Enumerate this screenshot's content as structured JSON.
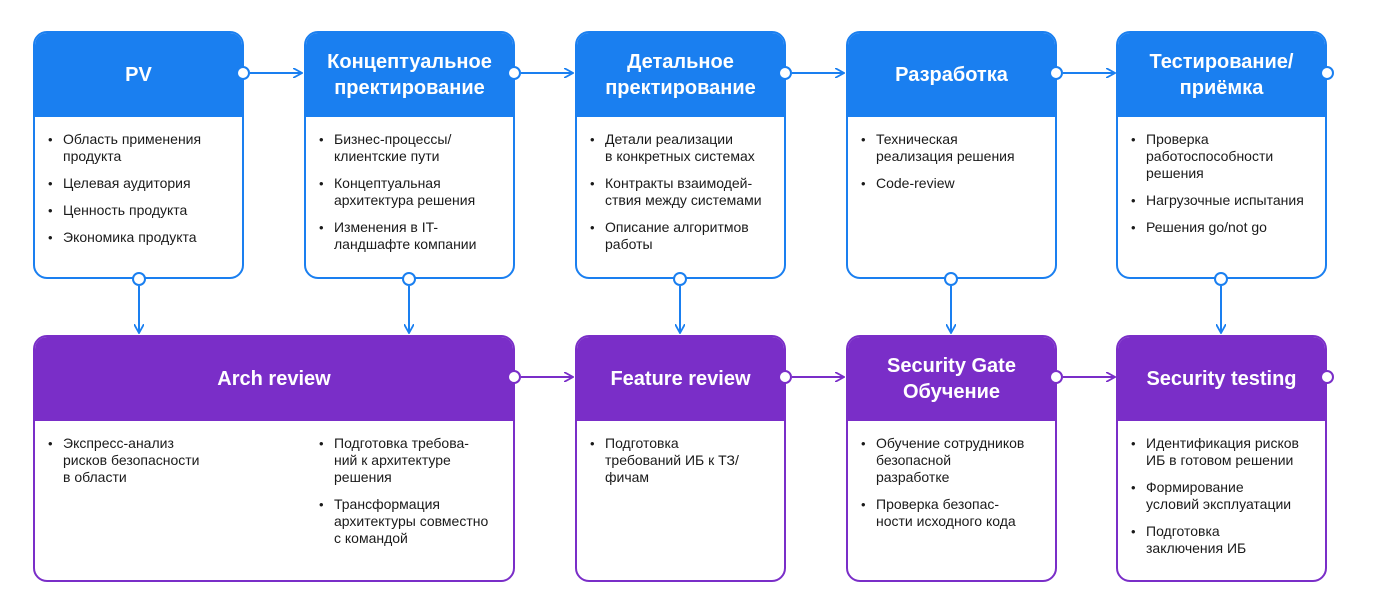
{
  "colors": {
    "blue": "#1a7ff0",
    "purple": "#7a2ec8"
  },
  "top": [
    {
      "title": "PV",
      "items": [
        "Область применения\nпродукта",
        "Целевая аудитория",
        "Ценность продукта",
        "Экономика продукта"
      ]
    },
    {
      "title": "Концептуальное\nпректирование",
      "items": [
        "Бизнес-процессы/\nклиентские пути",
        "Концептуальная\nархитектура решения",
        "Изменения в IT-\nландшафте компании"
      ]
    },
    {
      "title": "Детальное\nпректирование",
      "items": [
        "Детали реализации\nв конкретных системах",
        "Контракты взаимодей-\nствия между системами",
        "Описание алгоритмов\nработы"
      ]
    },
    {
      "title": "Разработка",
      "items": [
        "Техническая\nреализация решения",
        "Code-review"
      ]
    },
    {
      "title": "Тестирование/\nприёмка",
      "items": [
        "Проверка\nработоспособности\nрешения",
        "Нагрузочные испытания",
        "Решения go/not go"
      ]
    }
  ],
  "bottom": [
    {
      "title": "Arch review",
      "items_left": [
        "Экспресс-анализ\nрисков безопасности\nв области"
      ],
      "items_right": [
        "Подготовка требова-\nний к архитектуре\nрешения",
        "Трансформация\nархитектуры совместно\nс командой"
      ]
    },
    {
      "title": "Feature review",
      "items": [
        "Подготовка\nтребований ИБ к ТЗ/\nфичам"
      ]
    },
    {
      "title": "Security Gate\nОбучение",
      "items": [
        "Обучение сотрудников\nбезопасной\nразработке",
        "Проверка безопас-\nности исходного кода"
      ]
    },
    {
      "title": "Security testing",
      "items": [
        "Идентификация рисков\nИБ в готовом решении",
        "Формирование\nусловий эксплуатации",
        "Подготовка\nзаключения ИБ"
      ]
    }
  ]
}
